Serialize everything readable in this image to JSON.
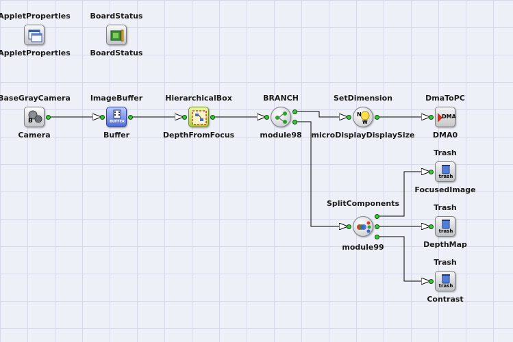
{
  "nodes": {
    "applet": {
      "type_label": "AppletProperties",
      "name_label": "AppletProperties",
      "icon": "applet-properties-icon"
    },
    "board": {
      "type_label": "BoardStatus",
      "name_label": "BoardStatus",
      "icon": "board-status-icon"
    },
    "camera": {
      "type_label": "BaseGrayCamera",
      "name_label": "Camera",
      "icon": "camera-icon",
      "icon_text": "B"
    },
    "buffer": {
      "type_label": "ImageBuffer",
      "name_label": "Buffer",
      "icon": "buffer-icon",
      "icon_text": "BUFFER"
    },
    "hbox": {
      "type_label": "HierarchicalBox",
      "name_label": "DepthFromFocus",
      "icon": "hierarchical-box-icon"
    },
    "branch": {
      "type_label": "BRANCH",
      "name_label": "module98",
      "icon": "branch-icon"
    },
    "setdim": {
      "type_label": "SetDimension",
      "name_label": "microDisplayDisplaySize",
      "icon": "set-dimension-icon",
      "icon_text_n": "N",
      "icon_text_w": "W"
    },
    "dma": {
      "type_label": "DmaToPC",
      "name_label": "DMA0",
      "icon": "dma-icon",
      "icon_text": "DMA"
    },
    "split": {
      "type_label": "SplitComponents",
      "name_label": "module99",
      "icon": "split-components-icon"
    },
    "trash1": {
      "type_label": "Trash",
      "name_label": "FocusedImage",
      "icon": "trash-icon",
      "icon_text": "trash"
    },
    "trash2": {
      "type_label": "Trash",
      "name_label": "DepthMap",
      "icon": "trash-icon",
      "icon_text": "trash"
    },
    "trash3": {
      "type_label": "Trash",
      "name_label": "Contrast",
      "icon": "trash-icon",
      "icon_text": "trash"
    }
  },
  "colors": {
    "canvas_background": "#eef0f7",
    "grid": "#d7dae6",
    "port": "#35c935",
    "wire": "#000000"
  }
}
